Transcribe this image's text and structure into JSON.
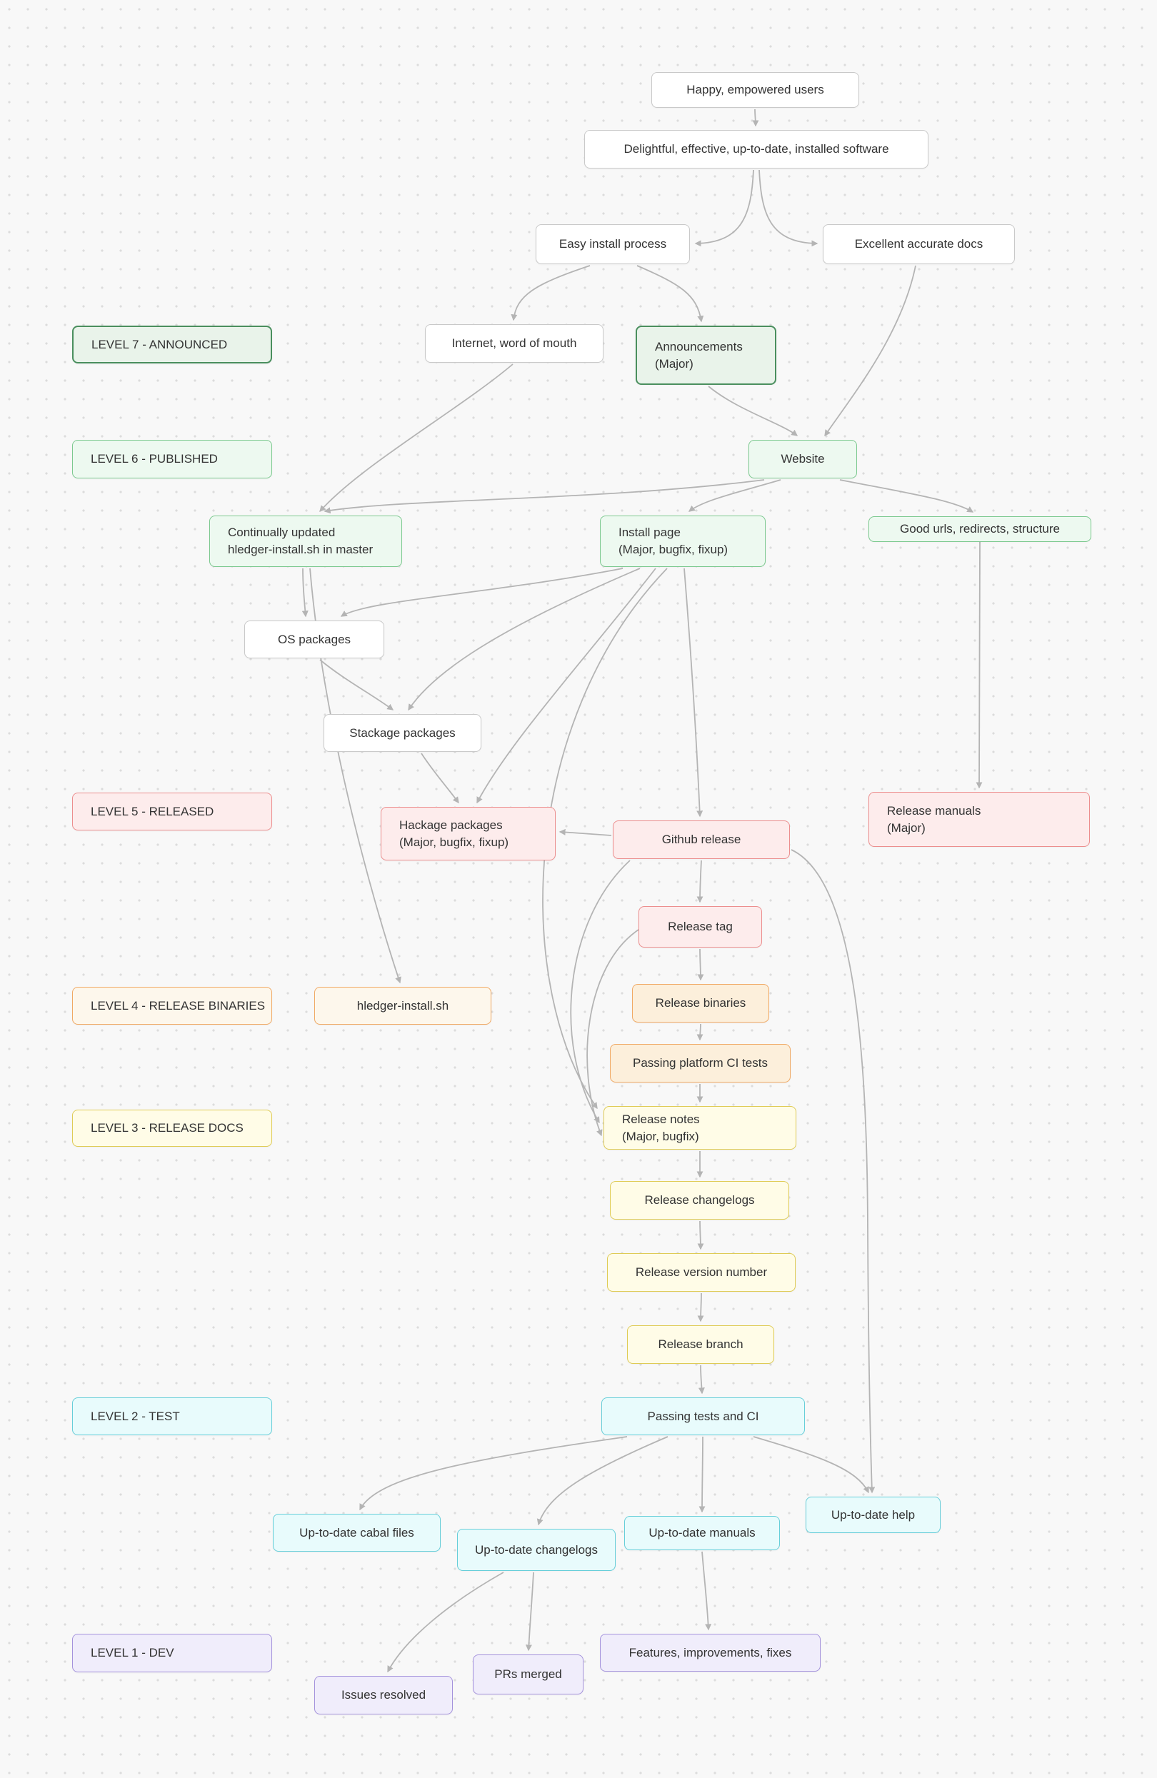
{
  "diagram": {
    "type": "flowchart",
    "nodes": {
      "happy": {
        "label": "Happy, empowered users"
      },
      "delightful": {
        "label": "Delightful, effective, up-to-date, installed software"
      },
      "easy_install_process": {
        "label": "Easy install process"
      },
      "excellent_docs": {
        "label": "Excellent accurate docs"
      },
      "internet": {
        "label": "Internet, word of mouth"
      },
      "announcements": {
        "label": "Announcements",
        "sublabel": "(Major)"
      },
      "website": {
        "label": "Website"
      },
      "continually_updated": {
        "label": "Continually updated",
        "sublabel": "hledger-install.sh in master"
      },
      "install_page": {
        "label": "Install page",
        "sublabel": "(Major, bugfix, fixup)"
      },
      "good_urls": {
        "label": "Good urls, redirects, structure"
      },
      "os_packages": {
        "label": "OS packages"
      },
      "stackage_packages": {
        "label": "Stackage packages"
      },
      "hackage_packages": {
        "label": "Hackage packages",
        "sublabel": "(Major, bugfix, fixup)"
      },
      "github_release": {
        "label": "Github release"
      },
      "release_manuals": {
        "label": "Release manuals",
        "sublabel": "(Major)"
      },
      "release_tag": {
        "label": "Release tag"
      },
      "hledger_install_sh": {
        "label": "hledger-install.sh"
      },
      "release_binaries": {
        "label": "Release binaries"
      },
      "passing_platform_ci": {
        "label": "Passing platform CI tests"
      },
      "release_notes": {
        "label": "Release notes",
        "sublabel": "(Major, bugfix)"
      },
      "release_changelogs": {
        "label": "Release changelogs"
      },
      "release_version_number": {
        "label": "Release version number"
      },
      "release_branch": {
        "label": "Release branch"
      },
      "passing_tests_ci": {
        "label": "Passing tests and CI"
      },
      "cabal_files": {
        "label": "Up-to-date cabal files"
      },
      "changelogs": {
        "label": "Up-to-date changelogs"
      },
      "manuals": {
        "label": "Up-to-date manuals"
      },
      "help": {
        "label": "Up-to-date help"
      },
      "features": {
        "label": "Features, improvements, fixes"
      },
      "prs_merged": {
        "label": "PRs merged"
      },
      "issues_resolved": {
        "label": "Issues resolved"
      }
    },
    "levels": {
      "level7": {
        "label": "LEVEL 7 - ANNOUNCED"
      },
      "level6": {
        "label": "LEVEL 6 - PUBLISHED"
      },
      "level5": {
        "label": "LEVEL 5 - RELEASED"
      },
      "level4": {
        "label": "LEVEL 4 - RELEASE BINARIES"
      },
      "level3": {
        "label": "LEVEL 3 - RELEASE DOCS"
      },
      "level2": {
        "label": "LEVEL 2 - TEST"
      },
      "level1": {
        "label": "LEVEL 1 - DEV"
      }
    },
    "colors": {
      "background": "#f8f8f8",
      "dot_grid": "#dcdcdc",
      "edge": "#b4b4b4",
      "text": "#333333",
      "white_fill": "#ffffff",
      "white_border": "#c9c9c9",
      "level7_border": "#4a8f5e",
      "level7_fill": "#e9f3ea",
      "level6_border": "#7cc98f",
      "level6_fill": "#edf9f0",
      "level5_border": "#ec8e8e",
      "level5_fill": "#fdecec",
      "level4_border": "#f0a964",
      "level4_fill": "#fcefdb",
      "level4_fill_light": "#fdf7ec",
      "level3_border": "#dfcb55",
      "level3_fill": "#fffce7",
      "level2_border": "#66ced9",
      "level2_fill": "#e8fbfc",
      "level1_border": "#a492dc",
      "level1_fill": "#f0edfb"
    }
  }
}
